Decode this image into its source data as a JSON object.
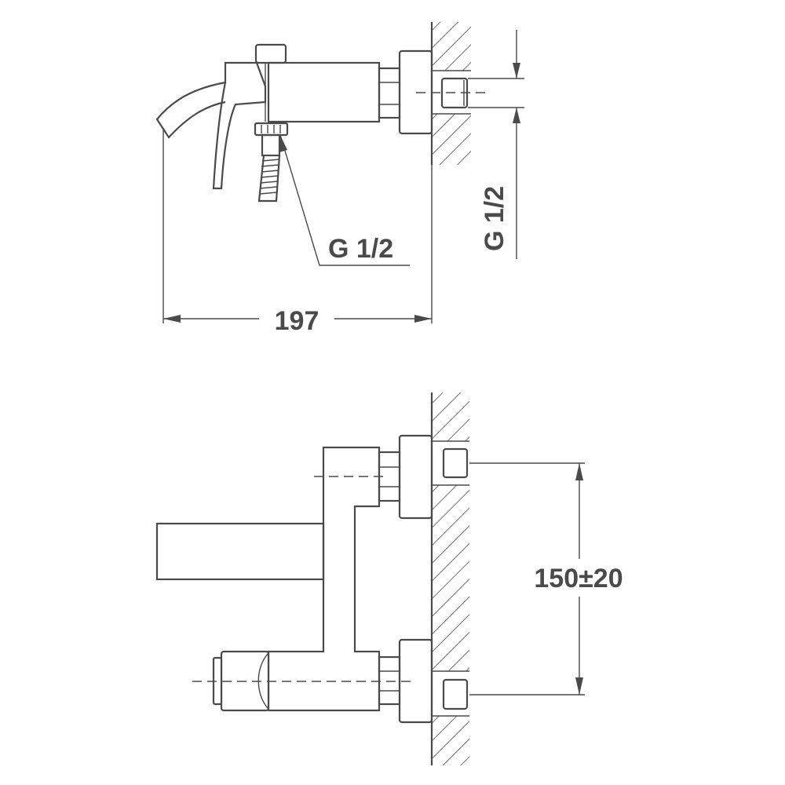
{
  "top_view": {
    "overall_length": "197",
    "outlet_thread": "G 1/2",
    "inlet_thread": "G 1/2"
  },
  "front_view": {
    "inlet_spacing": "150±20"
  },
  "colors": {
    "line": "#4a4a4a",
    "background": "#ffffff"
  }
}
